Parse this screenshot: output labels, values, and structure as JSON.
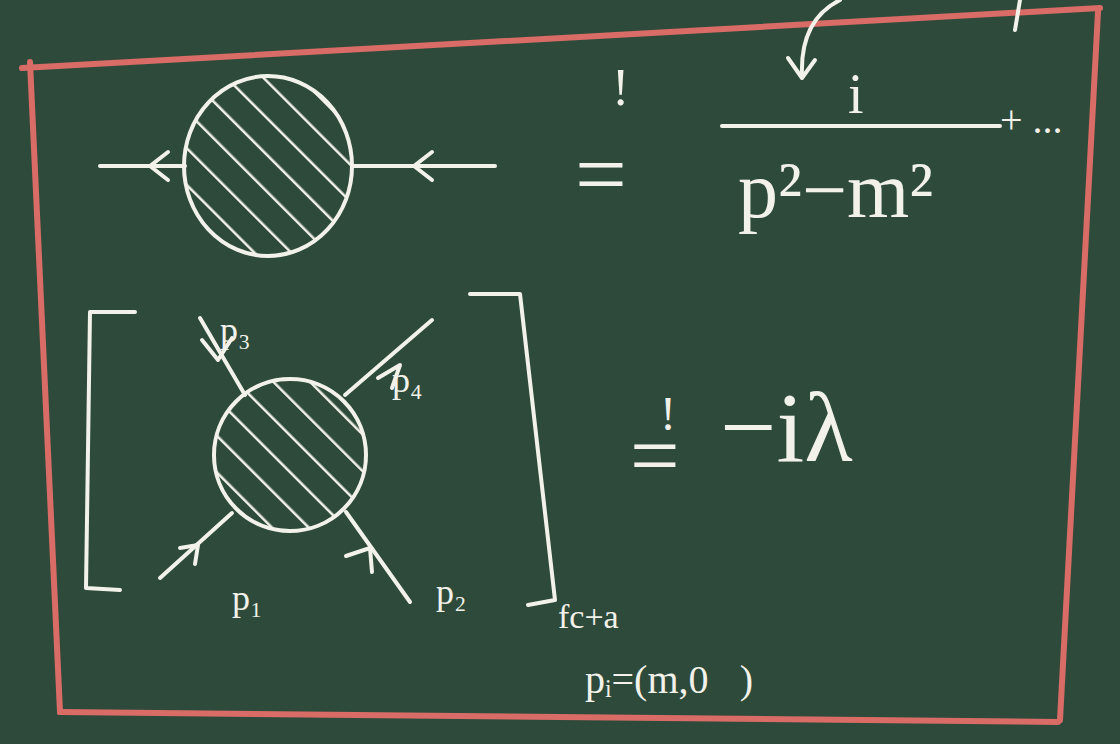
{
  "diagram": {
    "labels": [
      "!",
      "=",
      "i",
      "p²−m²",
      "+ ...",
      "p₃",
      "p₄",
      "p₁",
      "p₂",
      "!",
      "=",
      "−iλ",
      "fc+a",
      "pᵢ=(m,0⃗)"
    ]
  }
}
